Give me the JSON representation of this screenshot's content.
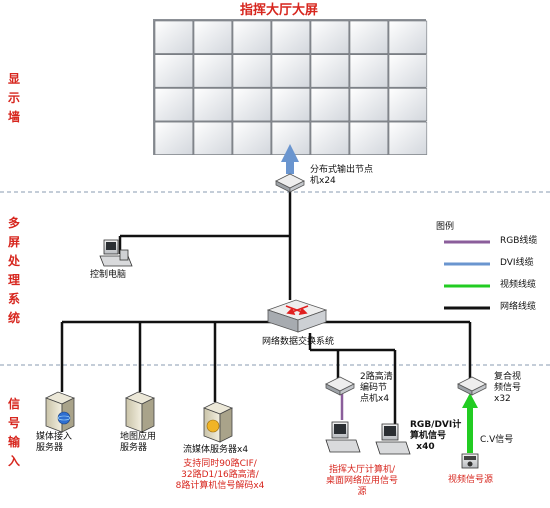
{
  "title": "指挥大厅大屏",
  "sections": {
    "display": "显\n示\n墙",
    "processing": "多\n屏\n处理\n系统",
    "input": "信\n号\n输\n入"
  },
  "nodes": {
    "output_node": "分布式输出节点\n机x24",
    "control_pc": "控制电脑",
    "switch": "网络数据交换系统",
    "media_access": "媒体接入\n服务器",
    "map_app": "地图应用\n服务器",
    "stream_media": "流媒体服务器x4",
    "stream_note": "支持同时90路CIF/\n32路D1/16路高清/\n8路计算机信号解码x4",
    "hd_encoder": "2路高清\n编码节\n点机x4",
    "hall_pc_note": "指挥大厅计算机/\n桌面网络应用信号\n源",
    "rgb_dvi": "RGB/DVI计\n算机信号\n  x40",
    "composite": "复合视\n频信号\nx32",
    "cv_signal": "C.V信号",
    "video_source": "视频信号源"
  },
  "legend": {
    "title": "图例",
    "items": [
      {
        "label": "RGB线缆",
        "color": "#8b5e9b"
      },
      {
        "label": "DVI线缆",
        "color": "#6a95cf"
      },
      {
        "label": "视频线缆",
        "color": "#22cc22"
      },
      {
        "label": "网络线缆",
        "color": "#111111"
      }
    ]
  },
  "colors": {
    "accent_red": "#d7261e",
    "dashed_divider": "#8a9bb0",
    "switch_red": "#e02020"
  }
}
